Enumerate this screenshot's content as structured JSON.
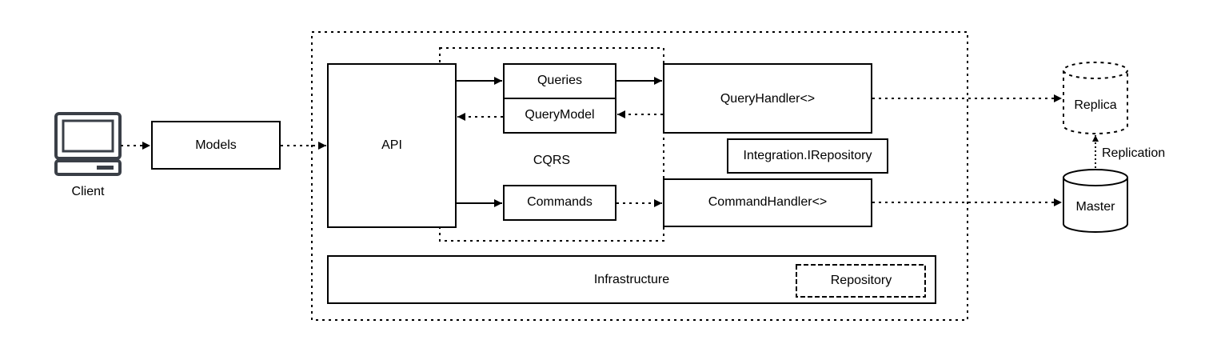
{
  "diagram": {
    "client": {
      "label": "Client",
      "icon": "computer-icon"
    },
    "models": {
      "label": "Models"
    },
    "api": {
      "label": "API"
    },
    "cqrs": {
      "label": "CQRS"
    },
    "queries": {
      "label": "Queries"
    },
    "query_model": {
      "label": "QueryModel"
    },
    "commands": {
      "label": "Commands"
    },
    "query_handler": {
      "label": "QueryHandler<>"
    },
    "command_handler": {
      "label": "CommandHandler<>"
    },
    "integration_repository": {
      "label": "Integration.IRepository"
    },
    "infrastructure": {
      "label": "Infrastructure"
    },
    "repository": {
      "label": "Repository"
    },
    "replica": {
      "label": "Replica"
    },
    "master": {
      "label": "Master"
    },
    "replication": {
      "label": "Replication"
    }
  }
}
